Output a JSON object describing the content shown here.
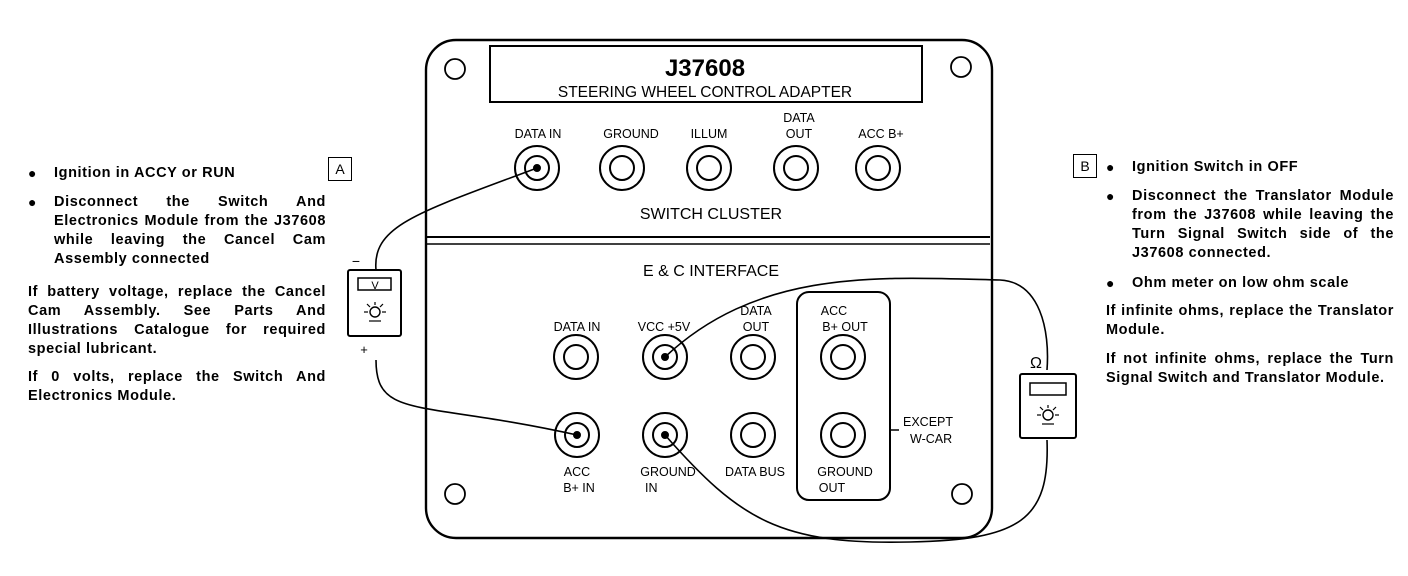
{
  "panel": {
    "model": "J37608",
    "name": "STEERING WHEEL CONTROL ADAPTER",
    "switch_cluster": {
      "title": "SWITCH CLUSTER",
      "ports": [
        "DATA IN",
        "GROUND",
        "ILLUM",
        "DATA",
        "OUT",
        "ACC B+"
      ]
    },
    "interface": {
      "title": "E & C INTERFACE",
      "top_ports": [
        "DATA IN",
        "VCC +5V",
        "DATA",
        "OUT",
        "ACC",
        "B+ OUT"
      ],
      "bottom_ports": [
        "ACC",
        "B+ IN",
        "GROUND",
        "IN",
        "DATA BUS",
        "GROUND",
        "OUT"
      ],
      "except_note": [
        "EXCEPT",
        "W-CAR"
      ]
    }
  },
  "meters": {
    "volt": {
      "symbol": "V",
      "minus": "−",
      "plus": "+"
    },
    "ohm": {
      "symbol": "Ω"
    }
  },
  "left_notes": {
    "badge": "A",
    "bullets": [
      "Ignition in ACCY or RUN",
      "Disconnect the Switch And Electronics Module from the J37608 while leaving the Cancel Cam Assembly connected"
    ],
    "paragraphs": [
      "If battery voltage, replace the Cancel Cam Assembly. See Parts And Illustrations Catalogue for required special lubricant.",
      "If 0 volts, replace the Switch And Electronics Module."
    ]
  },
  "right_notes": {
    "badge": "B",
    "bullets": [
      "Ignition Switch in OFF",
      "Disconnect the Translator Module from the J37608 while leaving the Turn Signal Switch side of the J37608 connected.",
      "Ohm meter on low ohm scale"
    ],
    "paragraphs": [
      "If infinite ohms, replace the Translator Module.",
      "If not infinite ohms, replace the Turn Signal Switch and Translator Module."
    ]
  }
}
